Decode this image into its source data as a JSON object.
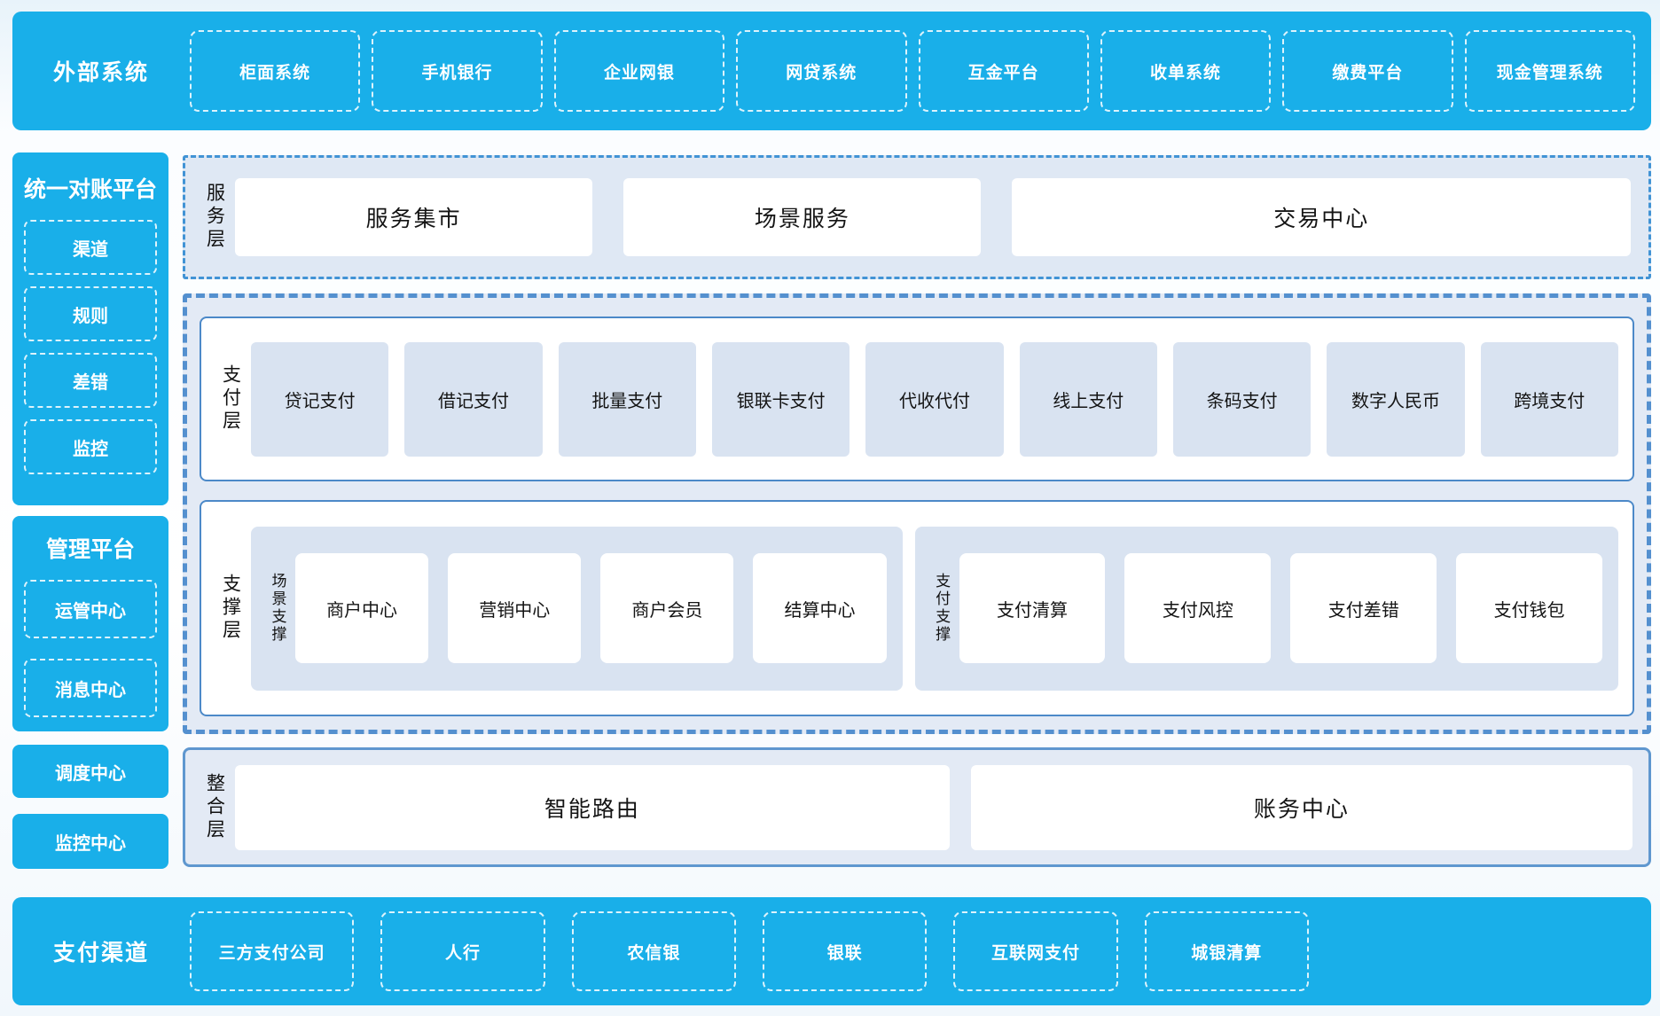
{
  "colors": {
    "brand_cyan": "#19afe9",
    "container_light_blue": "#e3eaf5",
    "item_light_blue": "#d9e3f1",
    "solid_border_blue": "#4c89c8",
    "dashed_border_blue": "#5490cf",
    "text_dark": "#141414"
  },
  "top_bar": {
    "title": "外部系统",
    "items": [
      "柜面系统",
      "手机银行",
      "企业网银",
      "网贷系统",
      "互金平台",
      "收单系统",
      "缴费平台",
      "现金管理系统"
    ]
  },
  "sidebar": {
    "recon_platform": {
      "title": "统一对账平台",
      "items": [
        "渠道",
        "规则",
        "差错",
        "监控"
      ]
    },
    "mgmt_platform": {
      "title": "管理平台",
      "items": [
        "运管中心",
        "消息中心"
      ]
    },
    "dispatch_center": "调度中心",
    "monitor_center": "监控中心"
  },
  "service_layer": {
    "label": "服务层",
    "items": [
      "服务集市",
      "场景服务",
      "交易中心"
    ]
  },
  "payment_layer": {
    "label": "支付层",
    "items": [
      "贷记支付",
      "借记支付",
      "批量支付",
      "银联卡支付",
      "代收代付",
      "线上支付",
      "条码支付",
      "数字人民币",
      "跨境支付"
    ]
  },
  "support_layer": {
    "label": "支撑层",
    "groups": [
      {
        "label": "场景支撑",
        "items": [
          "商户中心",
          "营销中心",
          "商户会员",
          "结算中心"
        ]
      },
      {
        "label": "支付支撑",
        "items": [
          "支付清算",
          "支付风控",
          "支付差错",
          "支付钱包"
        ]
      }
    ]
  },
  "integration_layer": {
    "label": "整合层",
    "items": [
      "智能路由",
      "账务中心"
    ]
  },
  "bottom_bar": {
    "title": "支付渠道",
    "items": [
      "三方支付公司",
      "人行",
      "农信银",
      "银联",
      "互联网支付",
      "城银清算"
    ]
  }
}
